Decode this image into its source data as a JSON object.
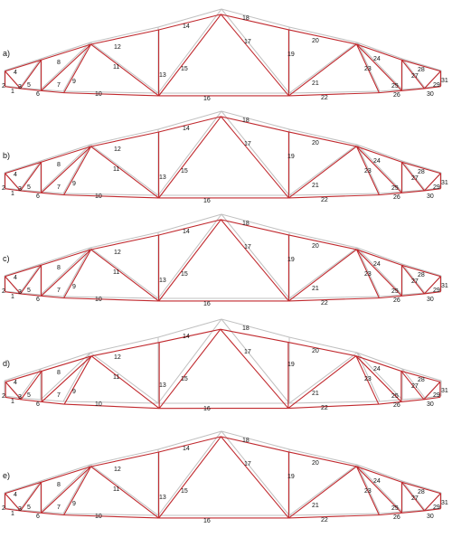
{
  "colors": {
    "background": "#ffffff",
    "reference_truss": "#c0c0c0",
    "deformed_truss": "#c0282d",
    "label_text": "#111111"
  },
  "panels": [
    {
      "label": "a)",
      "member_numbers": [
        "1",
        "2",
        "3",
        "4",
        "5",
        "6",
        "7",
        "8",
        "9",
        "10",
        "11",
        "12",
        "13",
        "14",
        "15",
        "16",
        "17",
        "18",
        "19",
        "20",
        "21",
        "22",
        "23",
        "24",
        "25",
        "26",
        "27",
        "28",
        "29",
        "30",
        "31"
      ]
    },
    {
      "label": "b)",
      "member_numbers": [
        "1",
        "2",
        "3",
        "4",
        "5",
        "6",
        "7",
        "8",
        "9",
        "10",
        "11",
        "12",
        "13",
        "14",
        "15",
        "16",
        "17",
        "18",
        "19",
        "20",
        "21",
        "22",
        "23",
        "24",
        "25",
        "26",
        "27",
        "28",
        "29",
        "30",
        "31"
      ]
    },
    {
      "label": "c)",
      "member_numbers": [
        "1",
        "2",
        "3",
        "4",
        "5",
        "6",
        "7",
        "8",
        "9",
        "10",
        "11",
        "12",
        "13",
        "14",
        "15",
        "16",
        "17",
        "18",
        "19",
        "20",
        "21",
        "22",
        "23",
        "24",
        "25",
        "26",
        "27",
        "28",
        "29",
        "30",
        "31"
      ]
    },
    {
      "label": "d)",
      "member_numbers": [
        "1",
        "2",
        "3",
        "4",
        "5",
        "6",
        "7",
        "8",
        "9",
        "10",
        "11",
        "12",
        "13",
        "14",
        "15",
        "16",
        "17",
        "18",
        "19",
        "20",
        "21",
        "22",
        "23",
        "24",
        "25",
        "26",
        "27",
        "28",
        "29",
        "30",
        "31"
      ]
    },
    {
      "label": "e)",
      "member_numbers": [
        "1",
        "2",
        "3",
        "4",
        "5",
        "6",
        "7",
        "8",
        "9",
        "10",
        "11",
        "12",
        "13",
        "14",
        "15",
        "16",
        "17",
        "18",
        "19",
        "20",
        "21",
        "22",
        "23",
        "24",
        "25",
        "26",
        "27",
        "28",
        "29",
        "30",
        "31"
      ]
    }
  ]
}
